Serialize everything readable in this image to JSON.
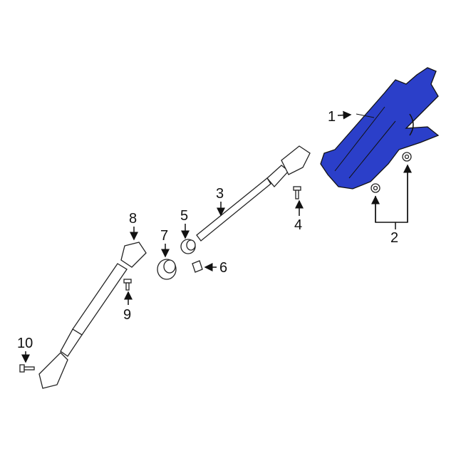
{
  "colors": {
    "highlight": "#2b3fc9",
    "outline": "#111111"
  },
  "callouts": [
    {
      "id": "1",
      "label": "1"
    },
    {
      "id": "2",
      "label": "2"
    },
    {
      "id": "3",
      "label": "3"
    },
    {
      "id": "4",
      "label": "4"
    },
    {
      "id": "5",
      "label": "5"
    },
    {
      "id": "6",
      "label": "6"
    },
    {
      "id": "7",
      "label": "7"
    },
    {
      "id": "8",
      "label": "8"
    },
    {
      "id": "9",
      "label": "9"
    },
    {
      "id": "10",
      "label": "10"
    }
  ]
}
